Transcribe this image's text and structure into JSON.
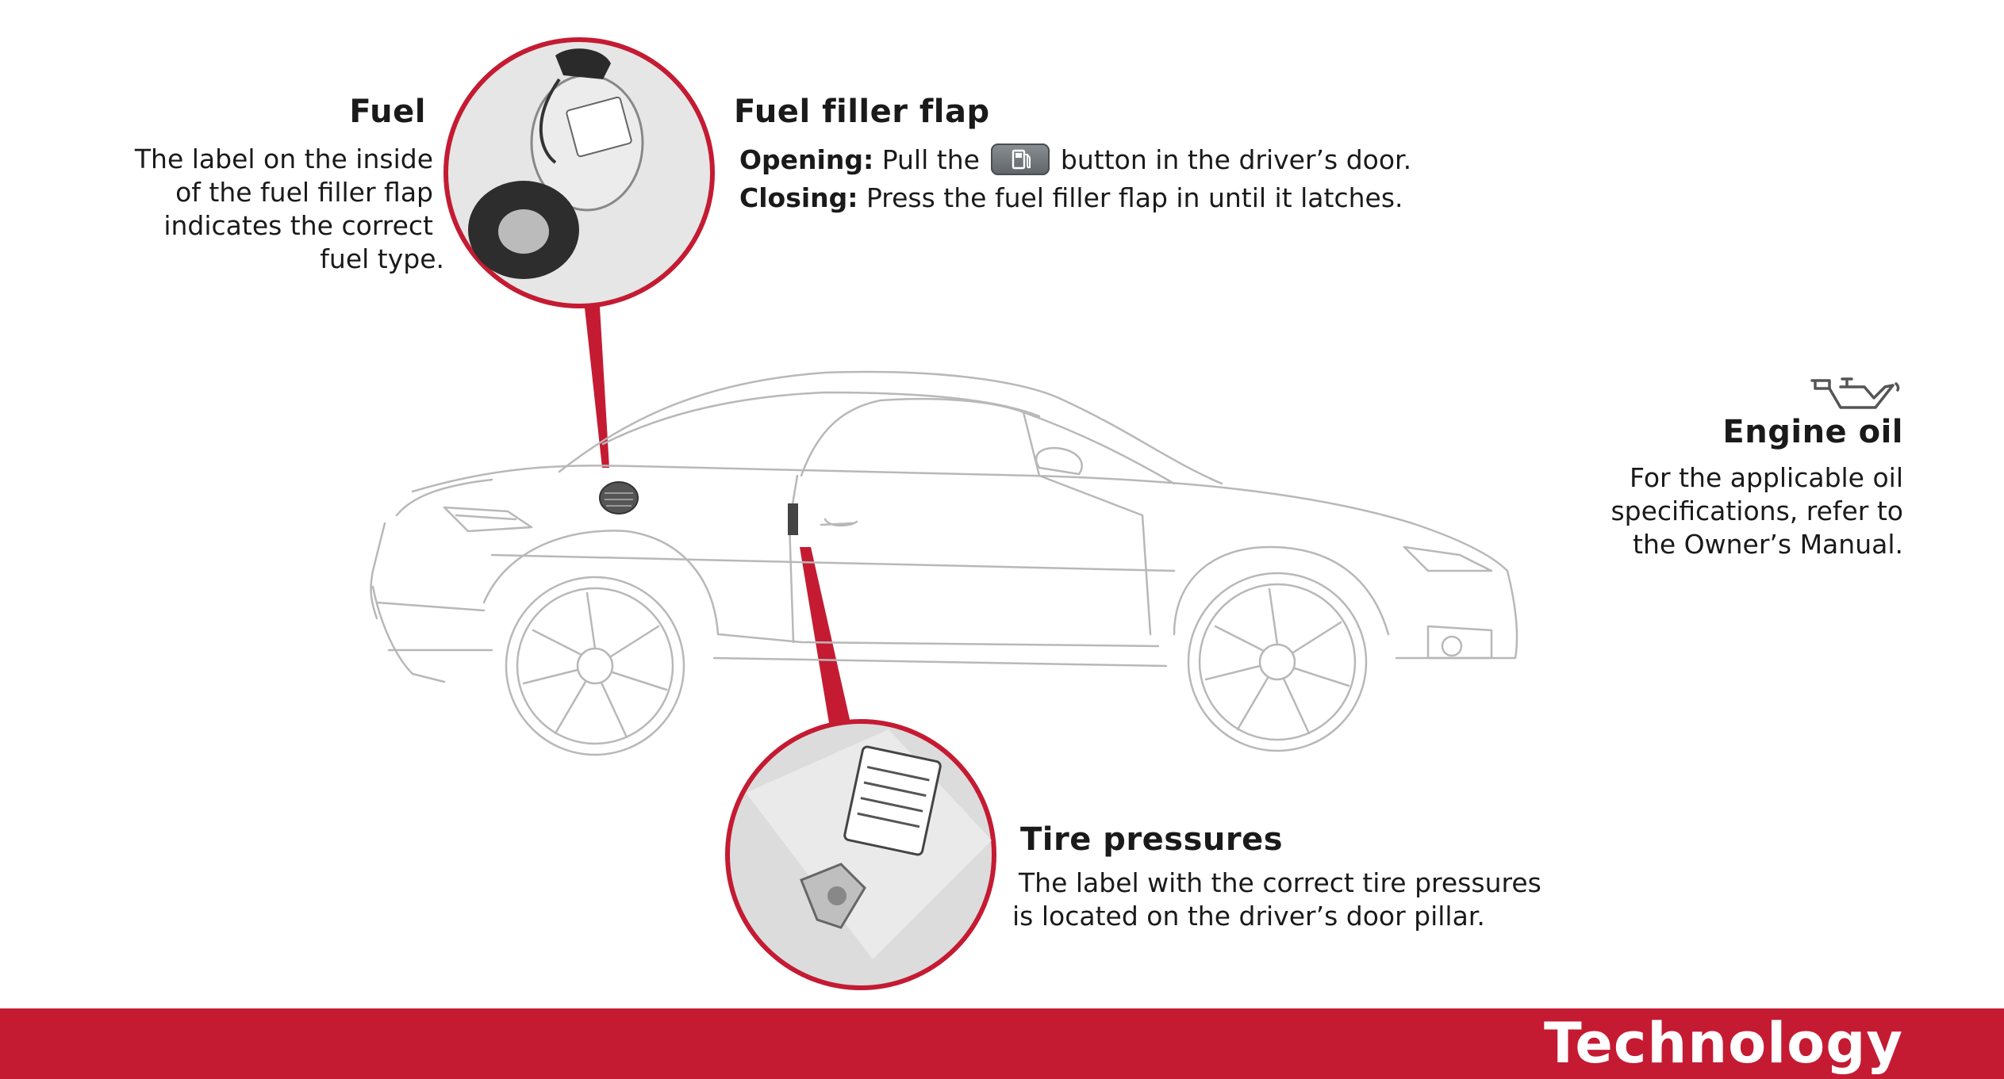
{
  "fuel": {
    "title": "Fuel",
    "lines": [
      "The label on the inside",
      "of the fuel filler flap",
      "indicates the correct",
      "fuel type."
    ]
  },
  "fuel_filler_flap": {
    "title": "Fuel filler flap",
    "opening_label": "Opening:",
    "opening_before": "Pull the",
    "opening_after": "button in the driver’s door.",
    "button_icon": "fuel-pump-icon",
    "closing_label": "Closing:",
    "closing_text": "Press the fuel filler flap in until it latches."
  },
  "engine_oil": {
    "title": "Engine oil",
    "icon": "oil-can-icon",
    "lines": [
      "For the applicable oil",
      "specifications, refer to",
      "the Owner’s Manual."
    ]
  },
  "tire_pressures": {
    "title": "Tire pressures",
    "lines": [
      "The label with the correct tire pressures",
      "is located on the driver’s door pillar."
    ]
  },
  "footer": {
    "label": "Technology"
  },
  "colors": {
    "accent_red": "#c41b33",
    "text": "#1a1a1a",
    "line_art": "#b8b8b8"
  }
}
